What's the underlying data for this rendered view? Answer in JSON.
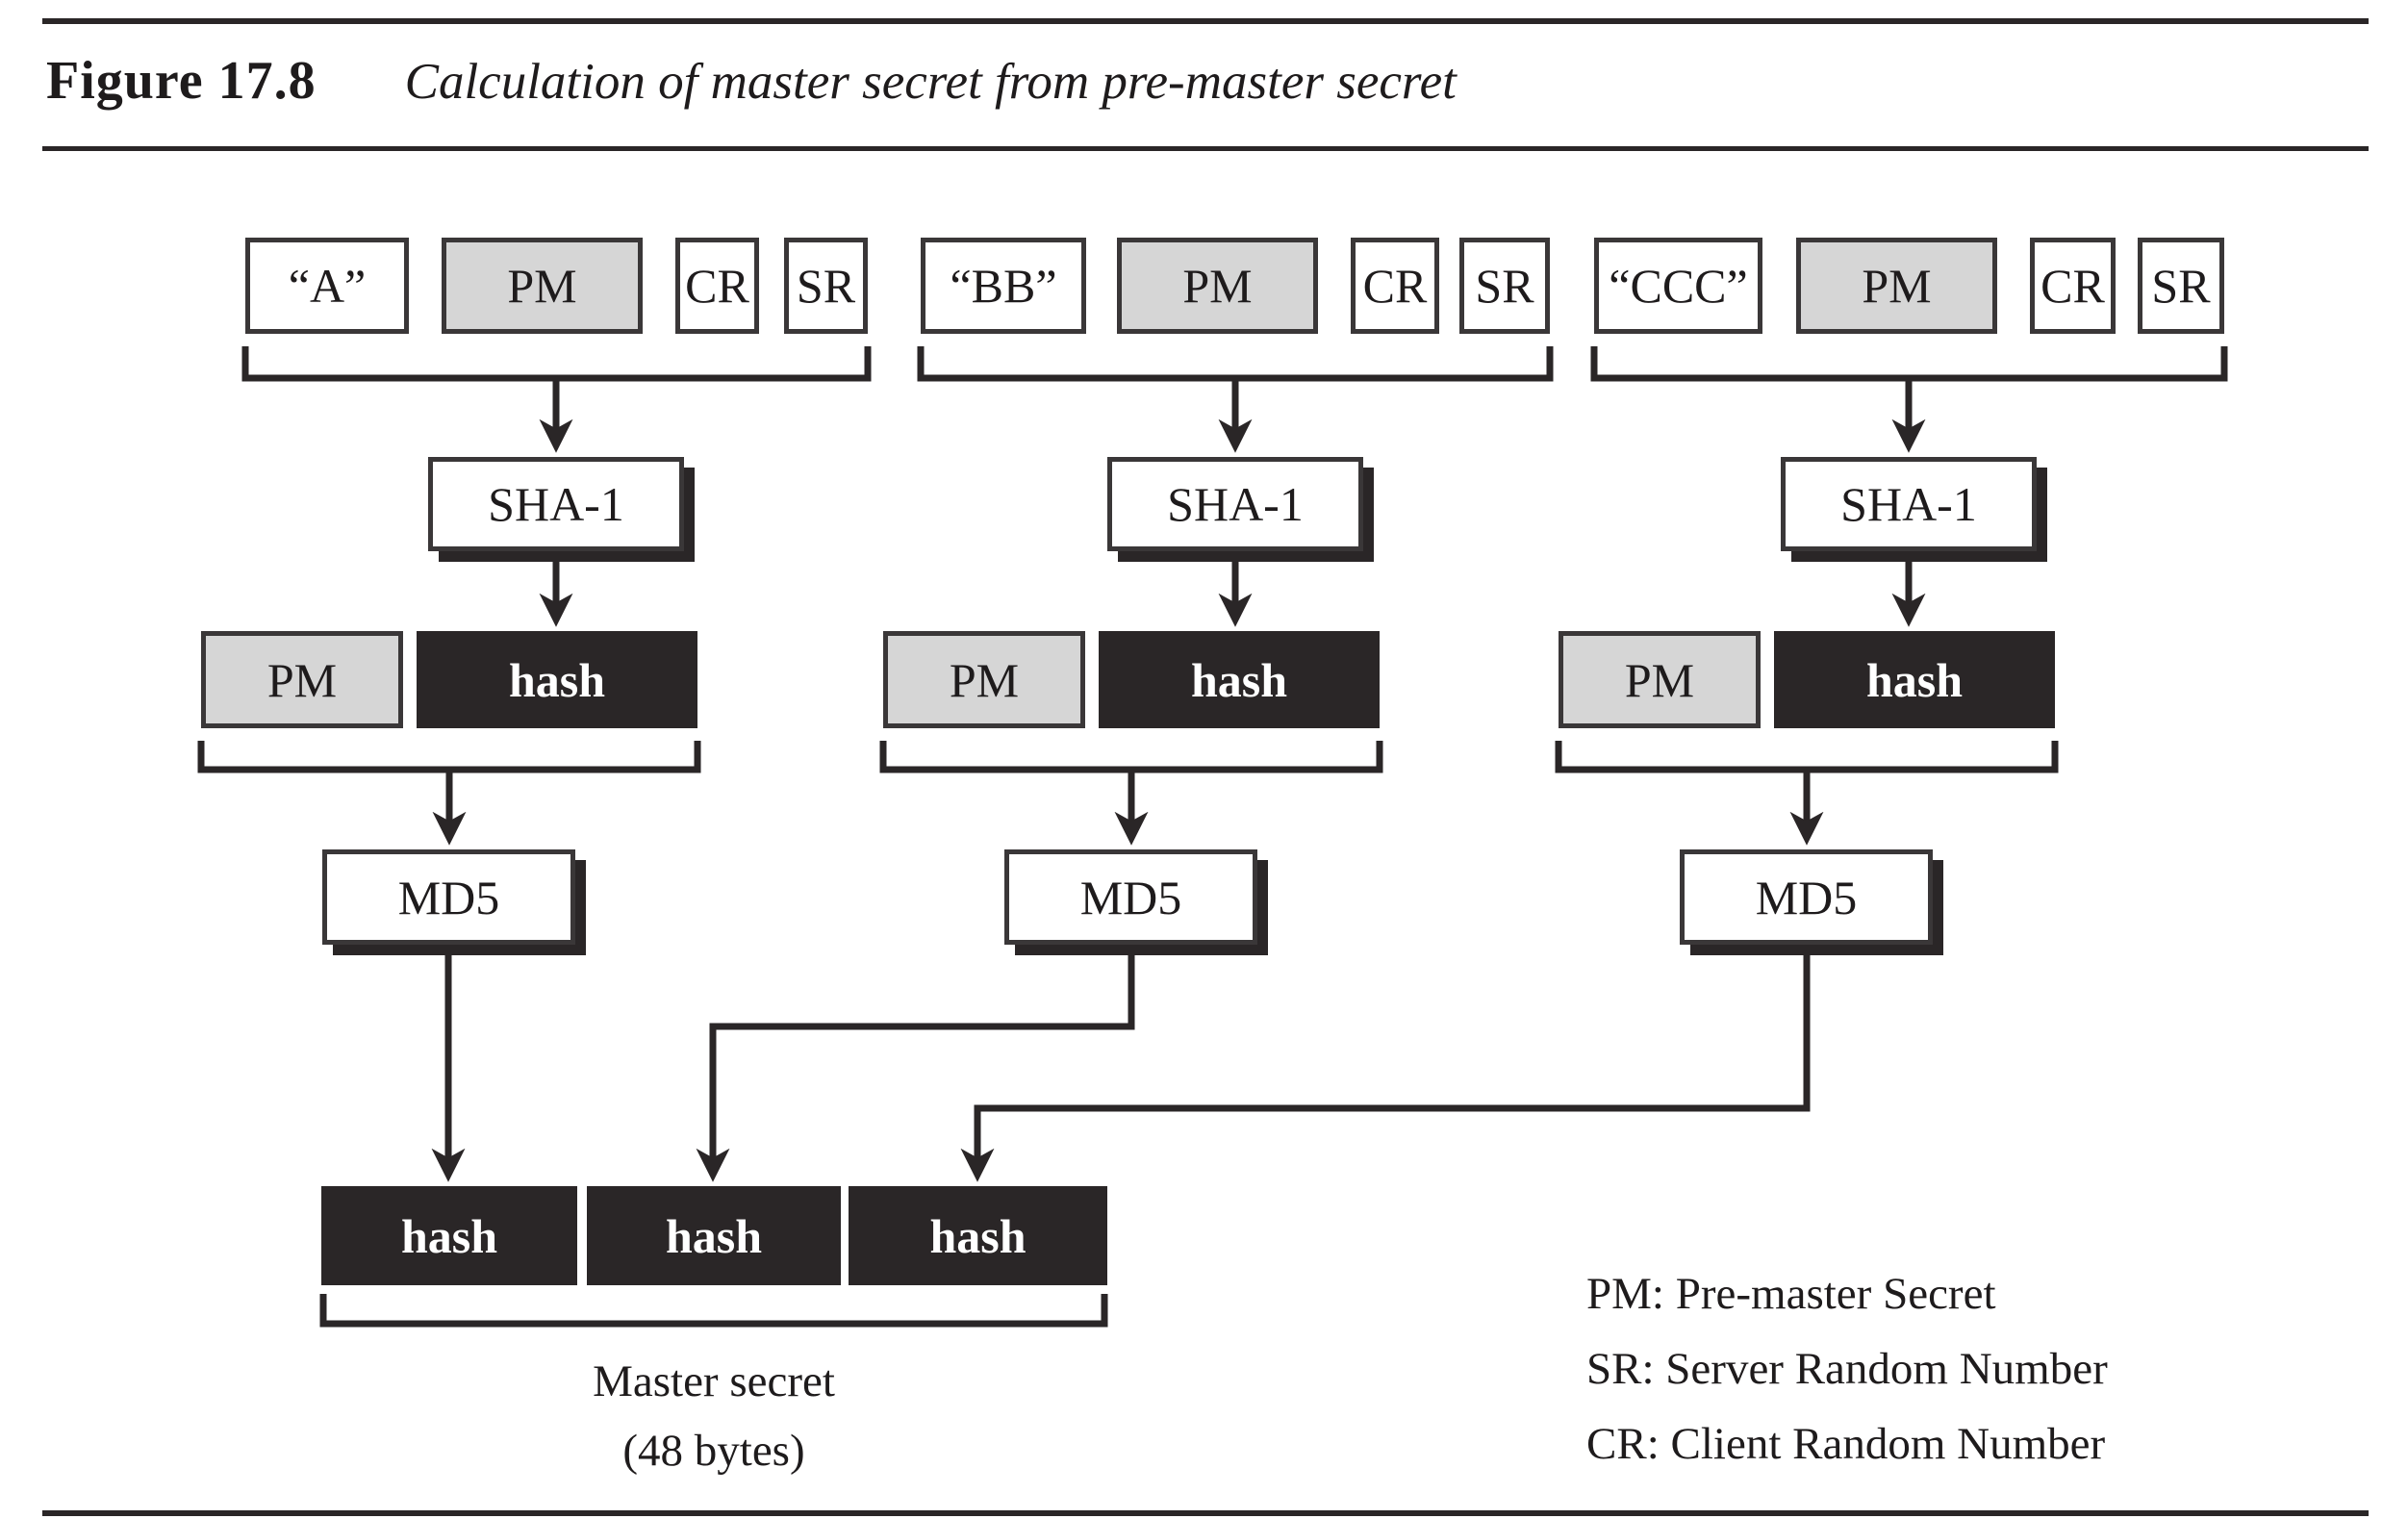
{
  "figure_header": {
    "number": "Figure 17.8",
    "caption": "Calculation of master secret from pre-master secret"
  },
  "columns": [
    {
      "inputs": {
        "label": "“A”",
        "pm": "PM",
        "cr": "CR",
        "sr": "SR"
      },
      "stage1": "SHA-1",
      "stage2": {
        "pm": "PM",
        "hash": "hash"
      },
      "stage3": "MD5"
    },
    {
      "inputs": {
        "label": "“BB”",
        "pm": "PM",
        "cr": "CR",
        "sr": "SR"
      },
      "stage1": "SHA-1",
      "stage2": {
        "pm": "PM",
        "hash": "hash"
      },
      "stage3": "MD5"
    },
    {
      "inputs": {
        "label": "“CCC”",
        "pm": "PM",
        "cr": "CR",
        "sr": "SR"
      },
      "stage1": "SHA-1",
      "stage2": {
        "pm": "PM",
        "hash": "hash"
      },
      "stage3": "MD5"
    }
  ],
  "output": {
    "blocks": [
      "hash",
      "hash",
      "hash"
    ],
    "caption_line1": "Master secret",
    "caption_line2": "(48 bytes)"
  },
  "legend": {
    "pm": "PM: Pre-master Secret",
    "sr": "SR: Server Random Number",
    "cr": "CR: Client Random Number"
  },
  "colors": {
    "dark_fill": "#2a2627",
    "light_gray_fill": "#d6d6d6",
    "box_border": "#3a3738",
    "background": "#ffffff"
  }
}
